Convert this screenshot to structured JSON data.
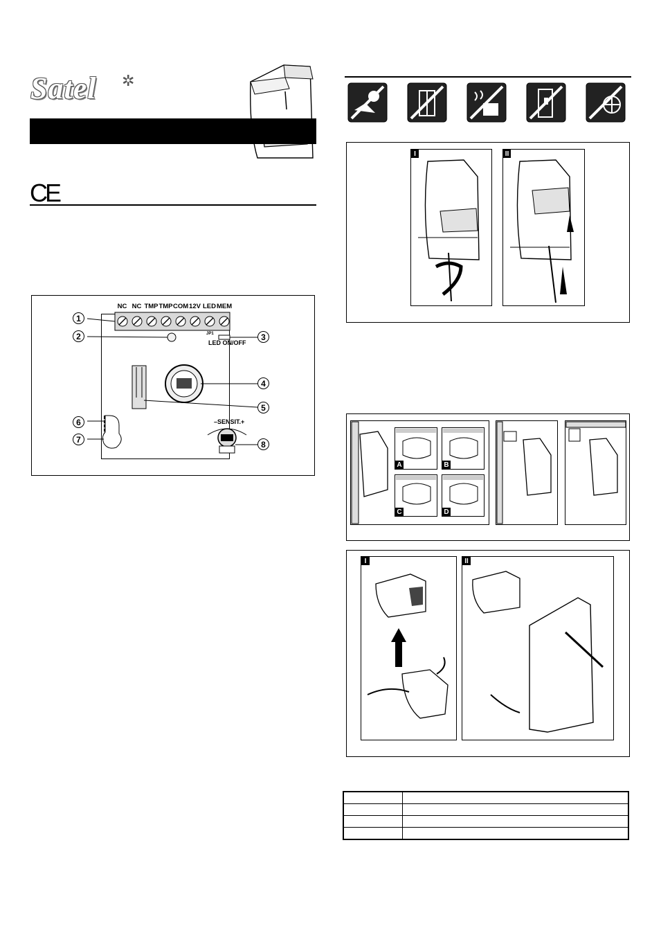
{
  "header": {
    "logo_text": "Satel",
    "logo_mark": "✲",
    "ce_mark": "CE"
  },
  "board": {
    "terminals": [
      "NC",
      "NC",
      "TMP",
      "TMP",
      "COM",
      "12V",
      "LED",
      "MEM"
    ],
    "jumper_label": "JP1",
    "led_label": "LED ON/OFF",
    "sensitivity_label": "–SENSIT.+",
    "callouts": [
      "1",
      "2",
      "3",
      "4",
      "5",
      "6",
      "7",
      "8"
    ]
  },
  "opening_steps": {
    "labels": [
      "I",
      "II"
    ]
  },
  "mounting_options": {
    "labels": [
      "A",
      "B",
      "C",
      "D"
    ]
  },
  "bracket_steps": {
    "labels": [
      "I",
      "II"
    ]
  },
  "icons": [
    "no-sunlight-icon",
    "no-window-icon",
    "no-heater-icon",
    "no-door-icon",
    "no-fan-icon"
  ],
  "spec_table": {
    "rows": [
      [
        "",
        ""
      ],
      [
        "",
        ""
      ],
      [
        "",
        ""
      ],
      [
        "",
        ""
      ]
    ]
  }
}
